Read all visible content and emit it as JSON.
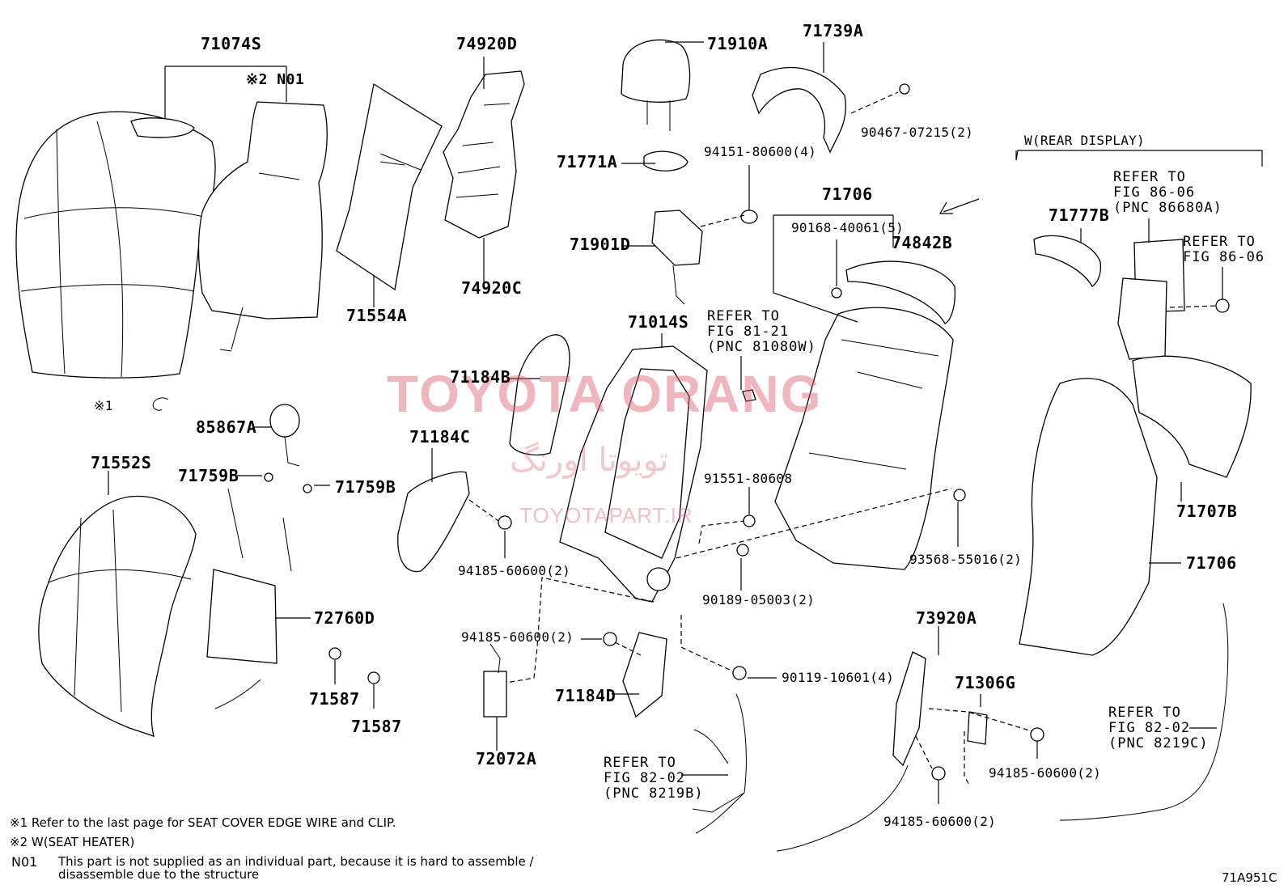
{
  "diagram": {
    "code": "71A951C",
    "section_title": "W(REAR DISPLAY)",
    "parts": {
      "p71074S": "71074S",
      "p_n01": "※2 N01",
      "p74920D": "74920D",
      "p71910A": "71910A",
      "p71739A": "71739A",
      "p90467": "90467-07215(2)",
      "p71771A": "71771A",
      "p94151": "94151-80600(4)",
      "p71706_top": "71706",
      "p90168": "90168-40061(5)",
      "p74842B": "74842B",
      "p71901D": "71901D",
      "p74920C": "74920C",
      "p71554A": "71554A",
      "p71014S": "71014S",
      "p71777B": "71777B",
      "p71184B": "71184B",
      "p85867A": "85867A",
      "p71184C": "71184C",
      "p71552S": "71552S",
      "p71759B_l": "71759B",
      "p71759B_r": "71759B",
      "p91551": "91551-80608",
      "p93568": "93568-55016(2)",
      "p71707B": "71707B",
      "p71706_r": "71706",
      "p94185_a": "94185-60600(2)",
      "p90189": "90189-05003(2)",
      "p72760D": "72760D",
      "p73920A": "73920A",
      "p94185_b": "94185-60600(2)",
      "p90119": "90119-10601(4)",
      "p71184D": "71184D",
      "p71306G": "71306G",
      "p71587_a": "71587",
      "p71587_b": "71587",
      "p72072A": "72072A",
      "p94185_c": "94185-60600(2)",
      "p94185_d": "94185-60600(2)",
      "clip_mark": "※1"
    },
    "refs": {
      "ref_86680A": "REFER TO\nFIG 86-06\n(PNC 86680A)",
      "ref_86_06": "REFER TO\nFIG 86-06",
      "ref_81080W": "REFER TO\nFIG 81-21\n(PNC 81080W)",
      "ref_8219B": "REFER TO\nFIG 82-02\n(PNC 8219B)",
      "ref_8219C": "REFER TO\nFIG 82-02\n(PNC 8219C)"
    },
    "notes": {
      "note1": "※1 Refer to the last page for SEAT COVER EDGE WIRE and CLIP.",
      "note2": "※2 W(SEAT HEATER)",
      "note3_code": "N01",
      "note3_line1": "This part is not supplied as an individual part, because it is hard to assemble /",
      "note3_line2": "disassemble due to the structure"
    }
  },
  "watermark": {
    "brand": "TOYOTA ORANG",
    "persian": "تویوتا اورنگ",
    "site": "TOYOTAPART.IR"
  }
}
